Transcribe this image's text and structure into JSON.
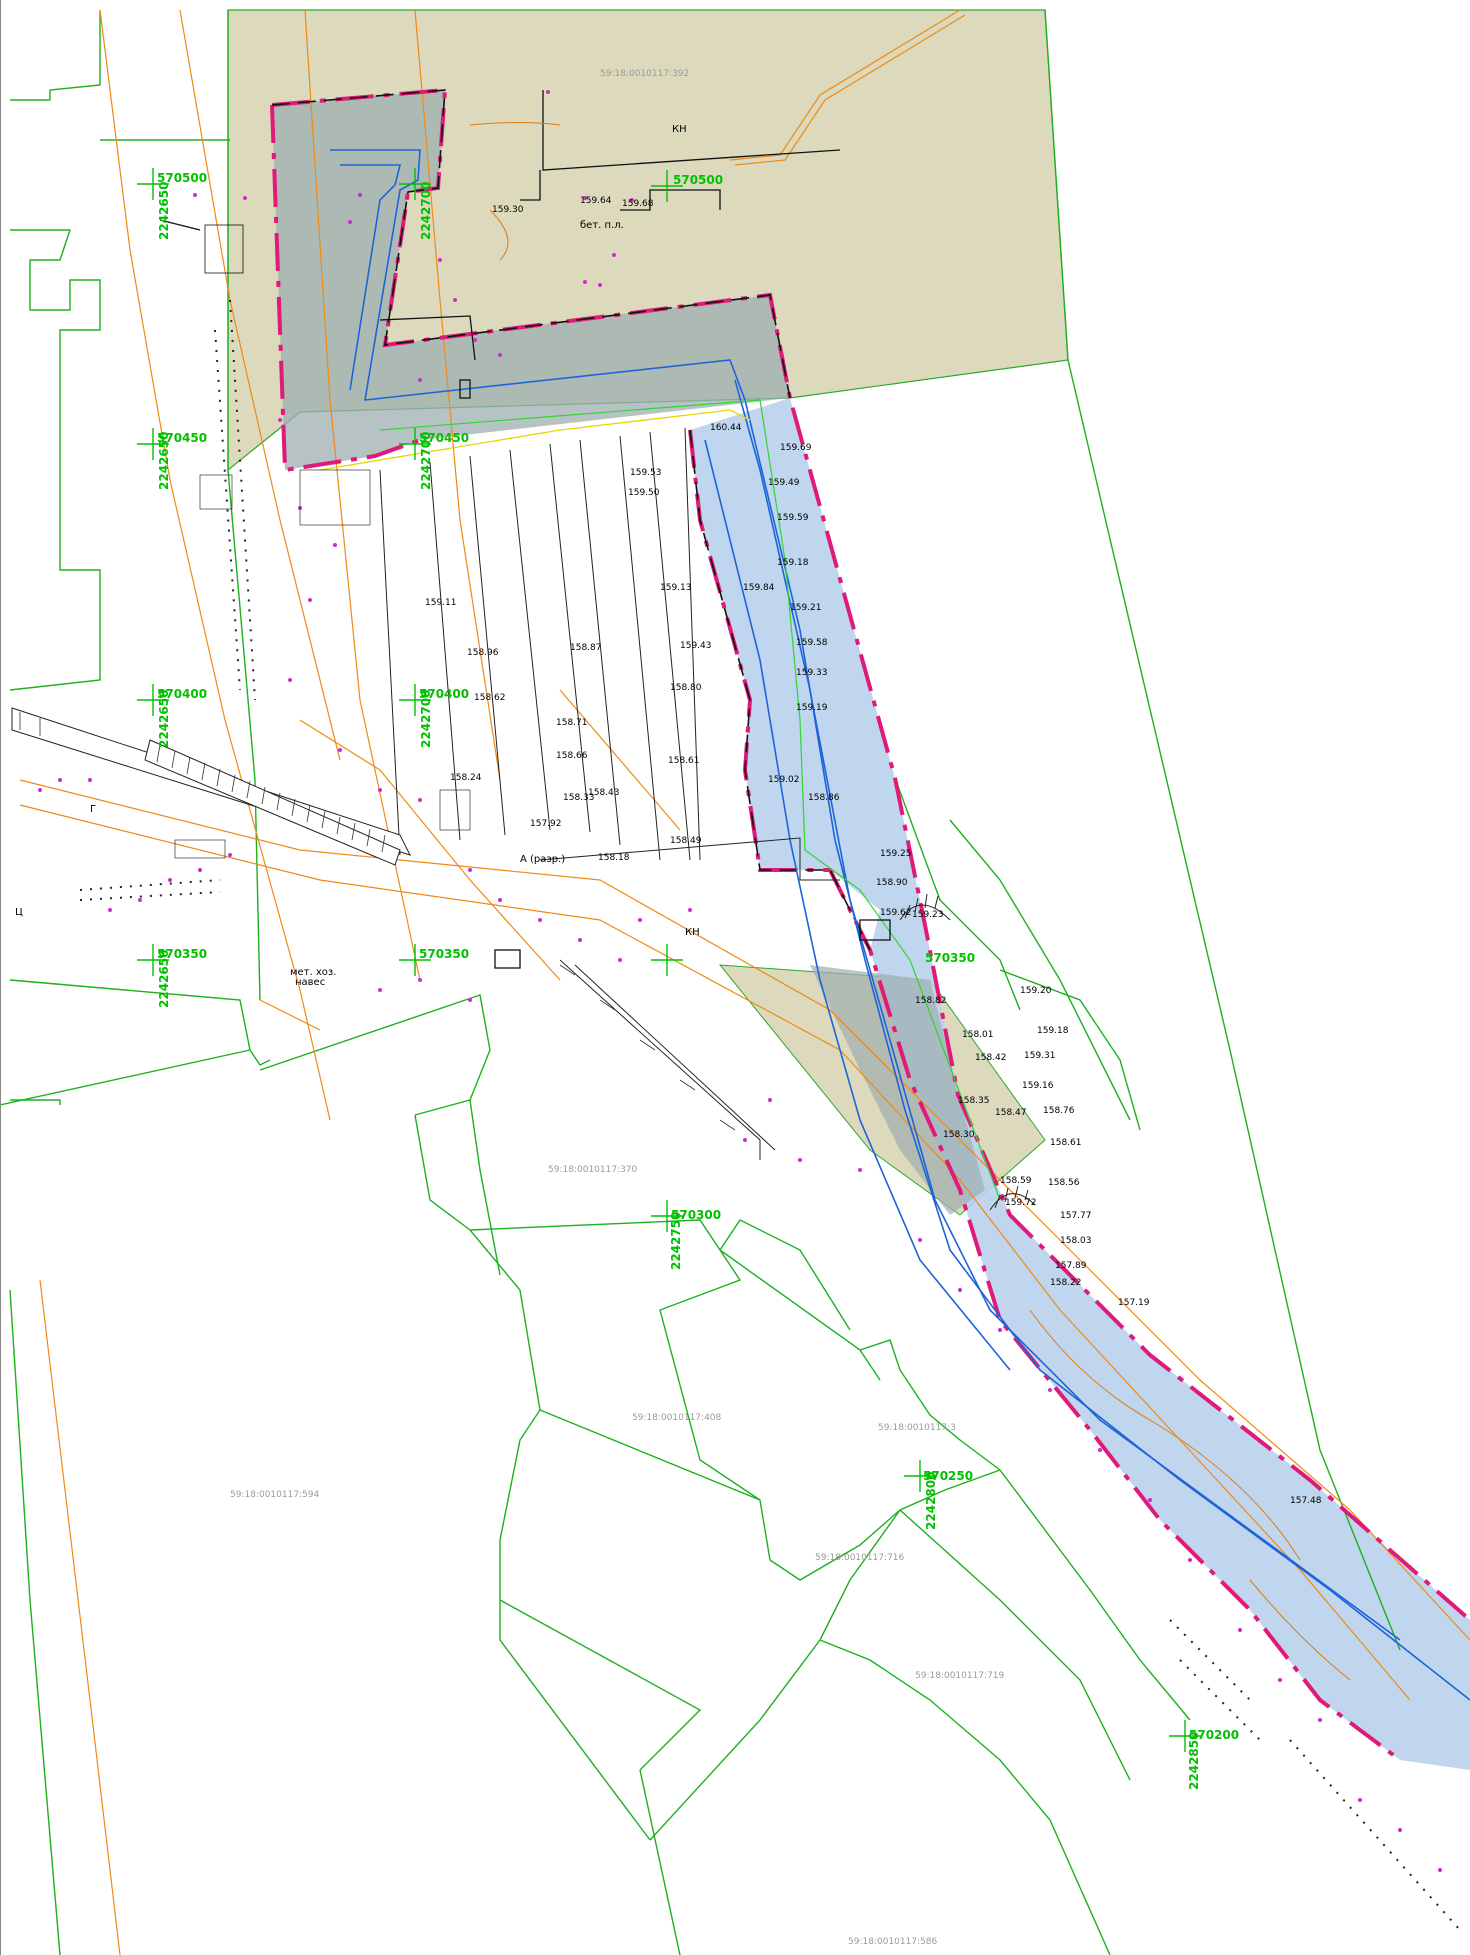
{
  "map": {
    "cadastral_labels": [
      "59:18:0010117:392",
      "59:18:0010117:370",
      "59:18:0010117:408",
      "59:18:0010117:594",
      "59:18:0010117:716",
      "59:18:0010117:719",
      "59:18:0010117:586",
      "59:18:0010117:3"
    ],
    "grid_labels": [
      "570500",
      "570450",
      "570400",
      "570350",
      "570300",
      "570250",
      "570200",
      "2242650",
      "2242700",
      "2242750",
      "2242800",
      "2242850"
    ],
    "object_labels": [
      "КН",
      "бет. п.л.",
      "А (разр.)",
      "Ц",
      "Г",
      "навес",
      "мет. хоз."
    ],
    "elevations": [
      "159.64",
      "159.68",
      "159.30",
      "159.53",
      "159.50",
      "160.44",
      "159.69",
      "159.49",
      "159.59",
      "159.18",
      "159.84",
      "159.21",
      "159.58",
      "159.33",
      "159.19",
      "159.02",
      "158.86",
      "159.25",
      "158.90",
      "159.62",
      "159.23",
      "159.20",
      "159.18",
      "159.31",
      "159.16",
      "158.76",
      "158.61",
      "158.56",
      "157.77",
      "158.03",
      "157.89",
      "157.19",
      "157.48",
      "159.13",
      "159.11",
      "158.96",
      "158.87",
      "159.43",
      "158.80",
      "158.71",
      "158.66",
      "158.43",
      "158.61",
      "158.49",
      "158.33",
      "157.92",
      "158.18",
      "158.24",
      "158.82",
      "158.62",
      "158.30",
      "158.59",
      "158.42",
      "158.35",
      "158.47",
      "158.22",
      "159.72",
      "158.01"
    ]
  }
}
